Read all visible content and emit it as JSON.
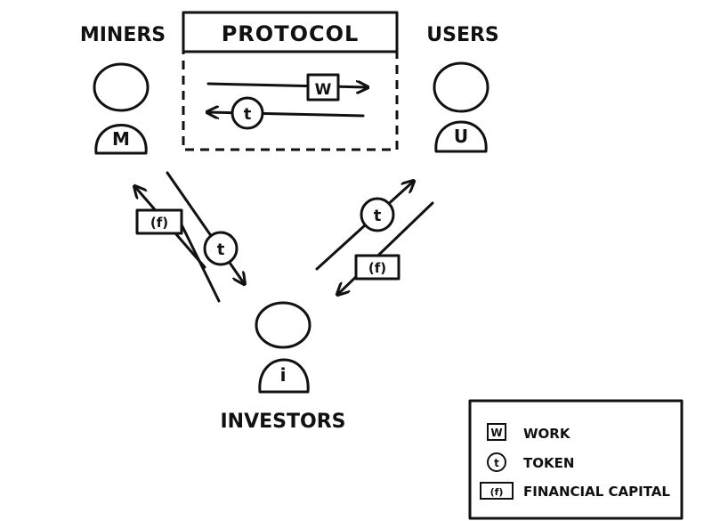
{
  "title": "PROTOCOL",
  "actors": {
    "miners": {
      "label": "MINERS",
      "initial": "M"
    },
    "users": {
      "label": "USERS",
      "initial": "U"
    },
    "investors": {
      "label": "INVESTORS",
      "initial": "i"
    }
  },
  "symbols": {
    "work": "W",
    "token": "t",
    "capital": "(f)"
  },
  "legend": {
    "items": [
      {
        "symbol": "W",
        "label": "WORK"
      },
      {
        "symbol": "t",
        "label": "TOKEN"
      },
      {
        "symbol": "(f)",
        "label": "FINANCIAL CAPITAL"
      }
    ]
  }
}
